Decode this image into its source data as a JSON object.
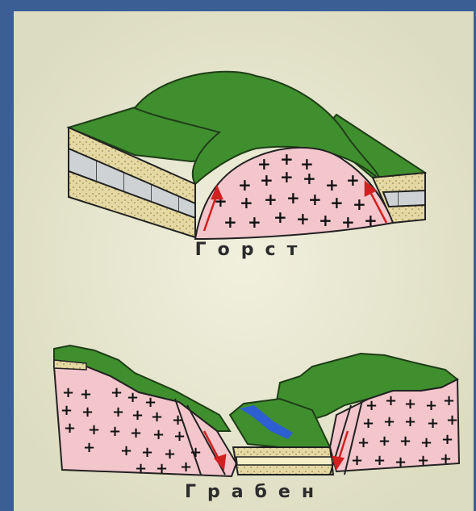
{
  "diagrams": [
    {
      "id": "horst",
      "caption": "Горст"
    },
    {
      "id": "graben",
      "caption": "Грабен"
    }
  ],
  "colors": {
    "frame_border": "#3a5f94",
    "background": "#e7e6cf",
    "turf": "#3f8f2e",
    "granite": "#f3c6cc",
    "sandstone": "#e4d9a4",
    "limestone": "#cfd2d4",
    "water": "#2e5fd0",
    "fault_arrow": "#d02020"
  }
}
